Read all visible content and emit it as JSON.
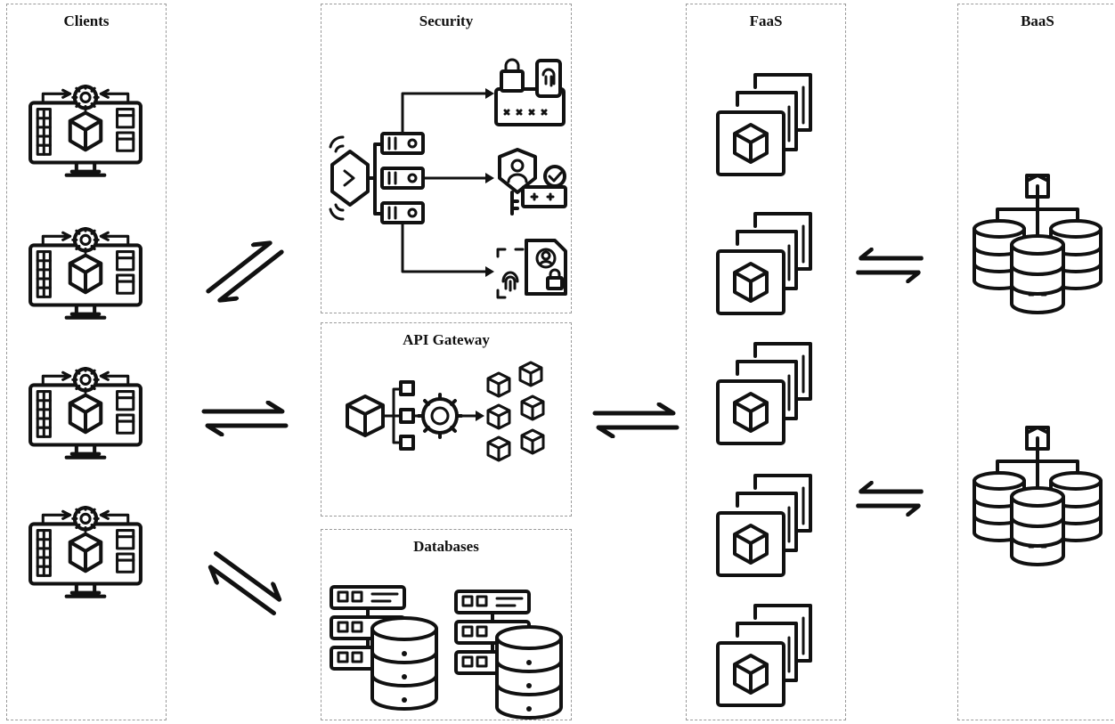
{
  "panels": {
    "clients": "Clients",
    "security": "Security",
    "api_gateway": "API Gateway",
    "databases": "Databases",
    "faas": "FaaS",
    "baas": "BaaS"
  },
  "icons": {
    "client": "monitor-with-gear-and-cube-icon",
    "security_shield": "shield-server-icon",
    "security_targets": [
      "password-lock-fingerprint-icon",
      "user-shield-key-icon",
      "biometric-id-card-icon"
    ],
    "api_gateway": "gateway-gear-cubes-icon",
    "database": "server-database-icon",
    "function": "stacked-function-cube-icon",
    "backend": "database-cluster-icon"
  },
  "colors": {
    "stroke": "#111111",
    "panel_border": "#9a9a9a",
    "background": "#ffffff"
  }
}
